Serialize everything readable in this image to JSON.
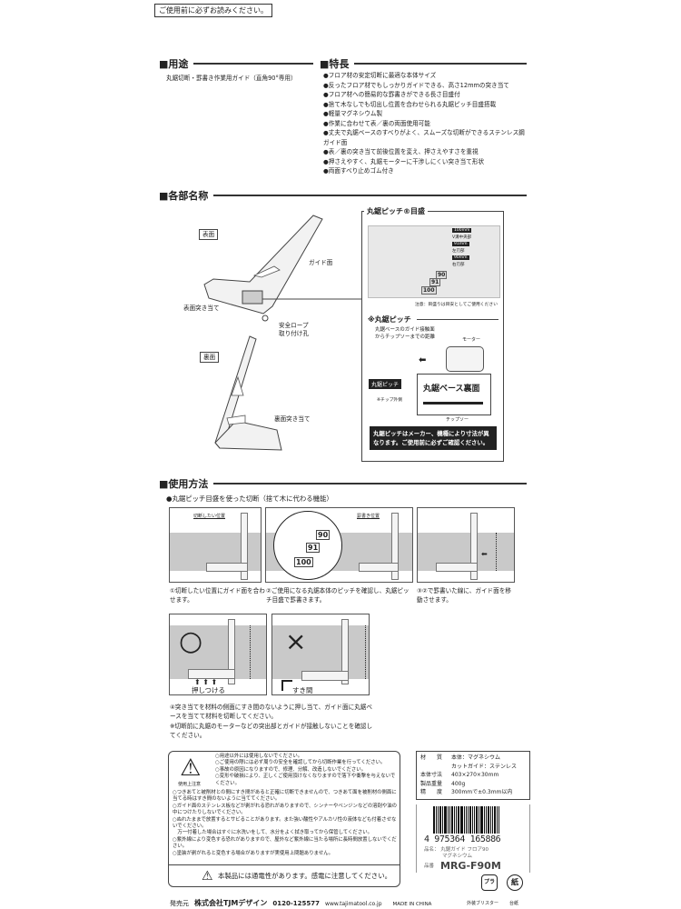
{
  "top_note": "ご使用前に必ずお読みください。",
  "usage": {
    "heading": "■用途",
    "text": "丸鋸切断・罫書き作業用ガイド（直角90°専用）"
  },
  "features": {
    "heading": "■特長",
    "items": [
      "●フロア材の安定切断に最適な本体サイズ",
      "●反ったフロア材でもしっかりガイドできる、高さ12mmの突き当て",
      "●フロア材への簡易的な罫書きができる長さ目盛付",
      "●捨て木なしでも切出し位置を合わせられる丸鋸ピッチ目盛搭載",
      "●軽量マグネシウム製",
      "●作業に合わせて表／裏の両面使用可能",
      "●丈夫で丸鋸ベースのすべりがよく、スムーズな切断ができるステンレス鋼ガイド面",
      "●表／裏の突き当て前後位置を変え、押さえやすさを重視",
      "●押さえやすく、丸鋸モーターに干渉しにくい突き当て形状",
      "●両面すべり止めゴム付き"
    ]
  },
  "parts": {
    "heading": "■各部名称",
    "front": "表面",
    "back": "裏面",
    "guide_face": "ガイド面",
    "front_stop": "表面突き当て",
    "rope_hole_1": "安全ロープ",
    "rope_hole_2": "取り付け孔",
    "back_stop": "裏面突き当て"
  },
  "pitch_box": {
    "title": "丸鋸ピッチ®目盛",
    "m100": "100mm",
    "m100_sub": "V溝中央部",
    "m91": "91mm",
    "m91_sub": "左刃部",
    "m90": "90mm",
    "m90_sub": "右刃部",
    "n90": "90",
    "n91": "91",
    "n100": "100",
    "note": "注意：目盛りは目安としてご使用ください",
    "pitch_heading": "※丸鋸ピッチ",
    "pitch_desc_1": "丸鋸ベースのガイド接触面",
    "pitch_desc_2": "からチップソーまでの距離",
    "motor": "モーター",
    "pitch_label": "丸鋸ピッチ",
    "base_back": "丸鋸ベース裏面",
    "tip_outer": "※チップ外側",
    "tipsaw": "チップソー",
    "warning": "丸鋸ピッチはメーカー、機種により寸法が異なります。ご使用前に必ずご確認ください。"
  },
  "howto": {
    "heading": "■使用方法",
    "subtitle": "●丸鋸ピッチ目盛を使った切断（捨て木に代わる機能）",
    "p1_label": "切断したい位置",
    "p2_label": "罫書き位置",
    "p2_90": "90",
    "p2_91": "91",
    "p2_100": "100",
    "cap1": "①切断したい位置にガイド面を合わせます。",
    "cap2": "②ご使用になる丸鋸本体のピッチを確認し、丸鋸ピッチ目盛で罫書きます。",
    "cap3": "③②で罫書いた線に、ガイド面を移動させます。",
    "ok_symbol": "○",
    "ng_symbol": "×",
    "push": "押しつける",
    "gap": "すき間",
    "cap4": "④突き当てを材料の側面にすき間のないように押し当て、ガイド面に丸鋸ベースを当てて材料を切断してください。",
    "note": "※切断前に丸鋸のモーターなどの突出部とガイドが接触しないことを確認してください。"
  },
  "caution": {
    "label": "使用上注意",
    "items": [
      "○用途以外には使用しないでください。",
      "○ご使用の際には必ず周りの安全を確認してから切断作業を行ってください。",
      "○事故の原因になりますので、修理、分解、改造しないでください。",
      "○変形や破損により、正しくご使用頂けなくなりますので落下や衝撃を与えないでください。",
      "○つきあてと被削材との間にすき間があると正確に切断できませんので、つきあて面を被削材の側面に当てる時はすき間のないように当ててください。",
      "○ガイド面のステンレス板などが剥がれる恐れがありますので、シンナーやベンジンなどの溶剤や油の中につけたりしないでください。",
      "○ぬれたままで放置するとサビることがあります。また強い酸性やアルカリ性の液体なども付着させないでください。",
      "　万一付着した場合はすぐに水洗いをして、水分をよく拭き取ってから保管してください。",
      "○紫外線により変色する恐れがありますので、屋外など紫外線に当たる場所に長時間放置しないでください。",
      "○塗装が剥がれると変色する場合がありますが実使用上問題ありません。"
    ],
    "electric": "本製品には通電性があります。感電に注意してください。"
  },
  "footer": {
    "seller": "発売元",
    "company": "株式会社TJMデザイン",
    "phone": "0120-125577",
    "url": "www.tajimatool.co.jp",
    "origin": "MADE IN CHINA"
  },
  "spec": {
    "rows": [
      {
        "k": "材　　質",
        "v": "本体：マグネシウム"
      },
      {
        "k": "",
        "v": "カットガイド：ステンレス"
      },
      {
        "k": "本体寸法",
        "v": "403×270×30mm"
      },
      {
        "k": "製品重量",
        "v": "400g"
      },
      {
        "k": "精　　度",
        "v": "300mmで±0.3mm以内"
      }
    ]
  },
  "product": {
    "barcode": "4 975364 165886",
    "name_label": "品名：",
    "name_1": "丸鋸ガイド フロア90",
    "name_2": "マグネシウム",
    "code_label": "品番",
    "code": "MRG-F90M"
  },
  "recycle": {
    "pla": "プラ",
    "pla_label": "外装ブリスター",
    "paper": "紙",
    "paper_label": "台紙"
  }
}
